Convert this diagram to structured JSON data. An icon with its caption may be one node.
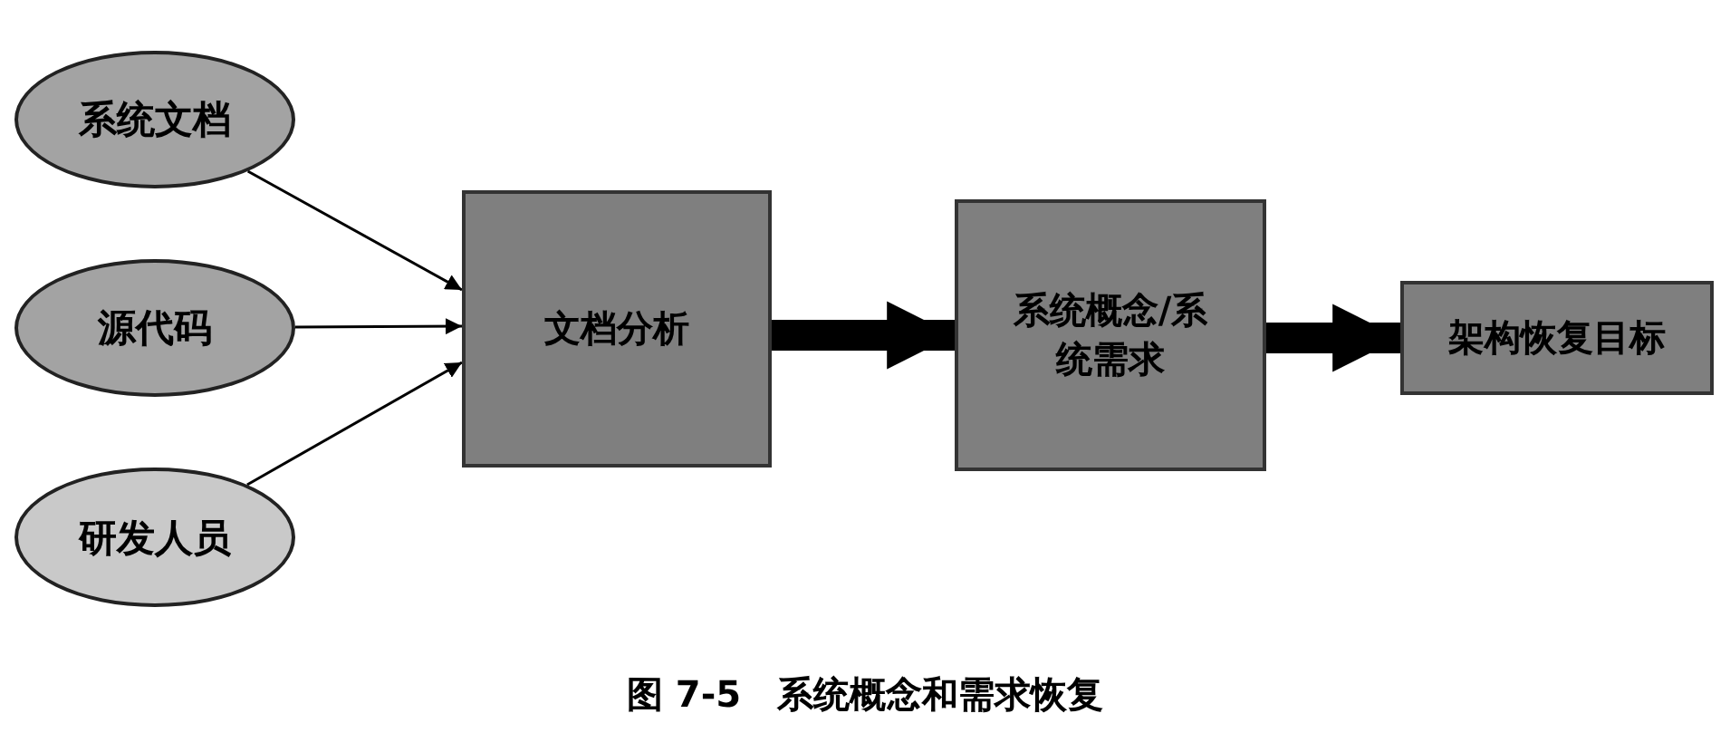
{
  "diagram": {
    "caption": "图 7-5　系统概念和需求恢复",
    "nodes": [
      {
        "text": [
          "系统文档"
        ]
      },
      {
        "text": [
          "源代码"
        ]
      },
      {
        "text": [
          "研发人员"
        ]
      },
      {
        "text": [
          "文档分析"
        ]
      },
      {
        "text": [
          "系统概念/系统需求"
        ]
      },
      {
        "text": [
          "架构恢复目标"
        ]
      }
    ],
    "edges": [
      {
        "from": 0,
        "to": 3,
        "arrow": "to"
      },
      {
        "from": 1,
        "to": 3,
        "arrow": "to"
      },
      {
        "from": 2,
        "to": 3,
        "arrow": "to"
      },
      {
        "from": 3,
        "to": 4,
        "arrow": "to",
        "style": "thick"
      },
      {
        "from": 4,
        "to": 5,
        "arrow": "to",
        "style": "thick"
      }
    ]
  }
}
